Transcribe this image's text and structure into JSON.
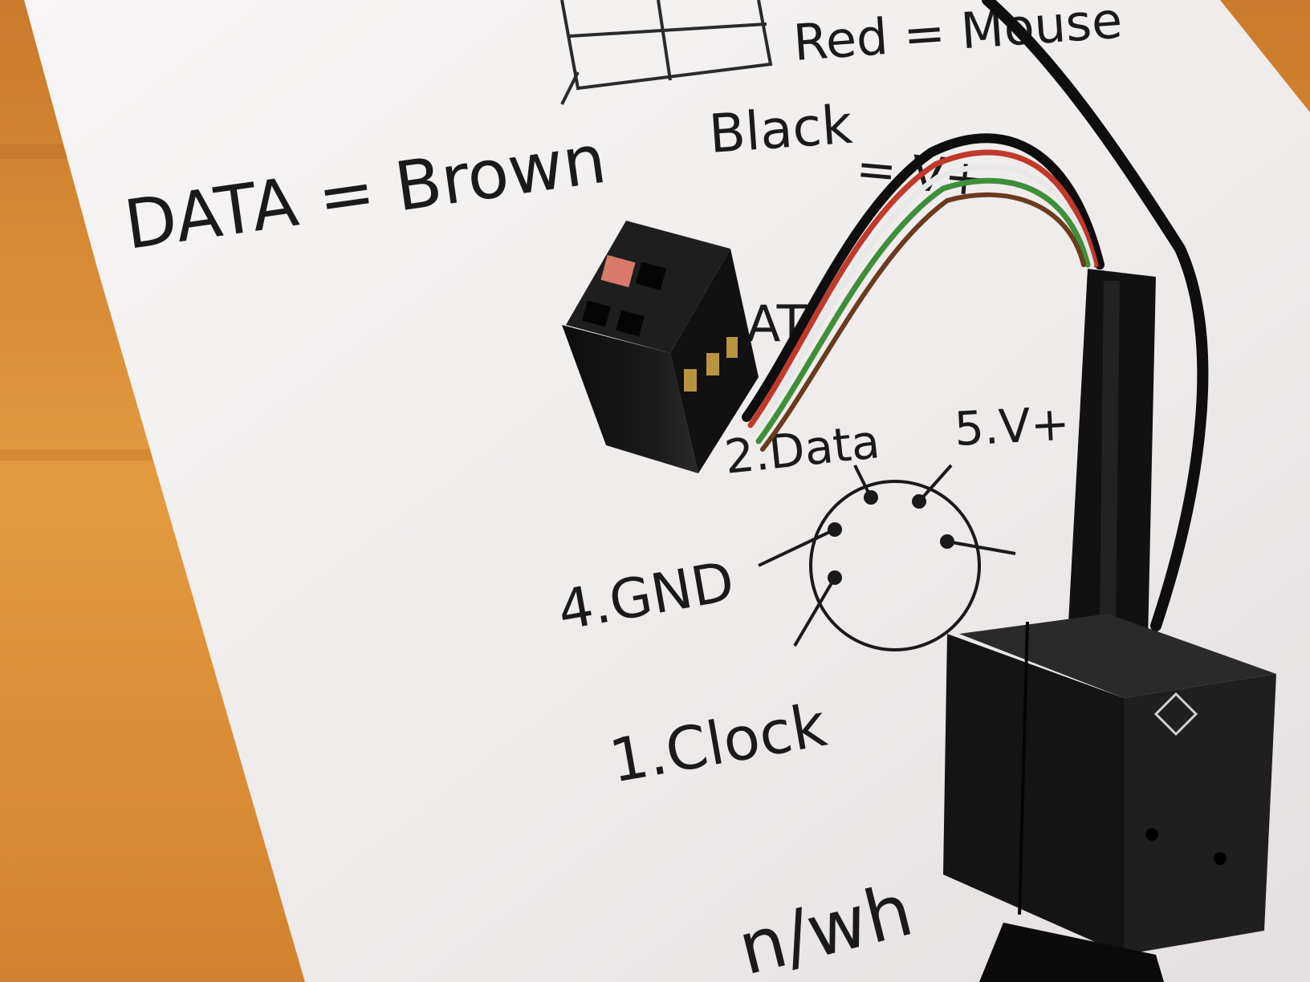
{
  "notes": {
    "top_right": "Red = Mouse",
    "brown_label": "DATA = Brown",
    "black_label": "Black",
    "black_suffix": "= V+",
    "at_label": "AT",
    "pin_data": "2.Data",
    "pin_vplus": "5.V+",
    "pin_gnd": "4.GND",
    "pin_clock": "1.Clock",
    "bottom": "n/wh"
  },
  "colors": {
    "table": "#d9892e",
    "paper": "#f3f0ef",
    "ink": "#1a1a1a",
    "plastic": "#141414",
    "wire_red": "#c0392b",
    "wire_green": "#3f8f3a",
    "wire_white": "#e8e8e8",
    "wire_brown": "#6b3b1e"
  }
}
